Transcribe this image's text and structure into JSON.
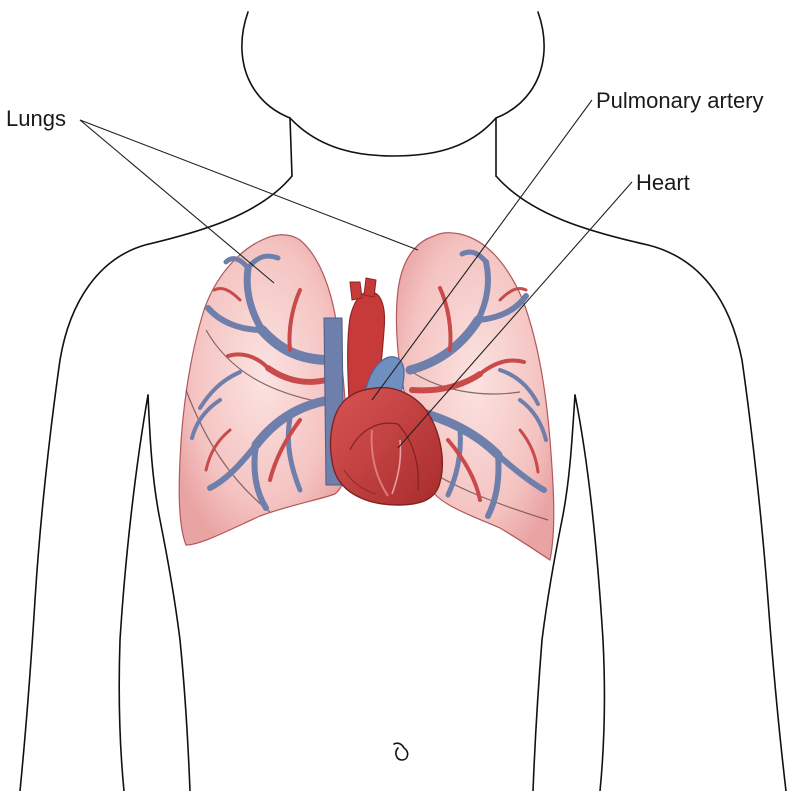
{
  "labels": {
    "lungs": "Lungs",
    "pulmonary_artery": "Pulmonary artery",
    "heart": "Heart"
  },
  "colors": {
    "outline": "#111111",
    "lung_fill": "#f6c8c6",
    "lung_stroke": "#b0585c",
    "vessel_blue": "#6f7fab",
    "vessel_red": "#c94a4a",
    "heart_red": "#c73a3a",
    "heart_dark": "#9a2a2a"
  }
}
